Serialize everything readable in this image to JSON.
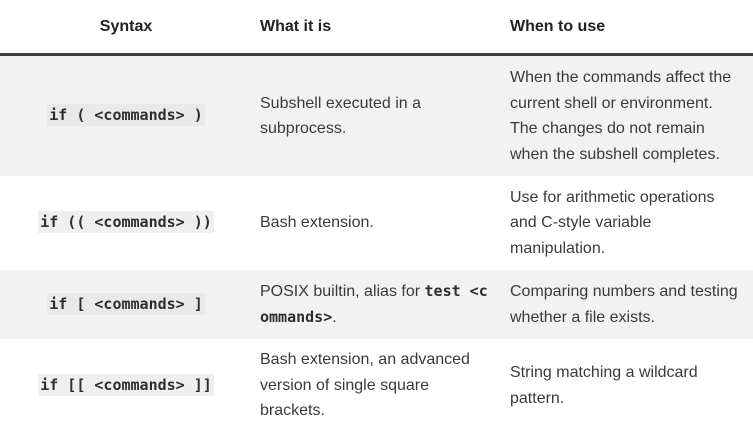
{
  "table": {
    "headers": {
      "syntax": "Syntax",
      "what": "What it is",
      "when": "When to use"
    },
    "rows": [
      {
        "syntax": "if ( <commands> )",
        "what": "Subshell executed in a subprocess.",
        "when": "When the commands affect the current shell or environment. The changes do not remain when the subshell completes."
      },
      {
        "syntax": "if (( <commands> ))",
        "what": "Bash extension.",
        "when": "Use for arithmetic operations and C-style variable manipulation."
      },
      {
        "syntax": "if [ <commands> ]",
        "what_prefix": "POSIX builtin, alias for ",
        "what_code": "test <commands>",
        "what_suffix": ".",
        "when": "Comparing numbers and testing whether a file exists."
      },
      {
        "syntax": "if [[ <commands> ]]",
        "what": "Bash extension, an advanced version of single square brackets.",
        "when": "String matching a wildcard pattern."
      }
    ]
  }
}
